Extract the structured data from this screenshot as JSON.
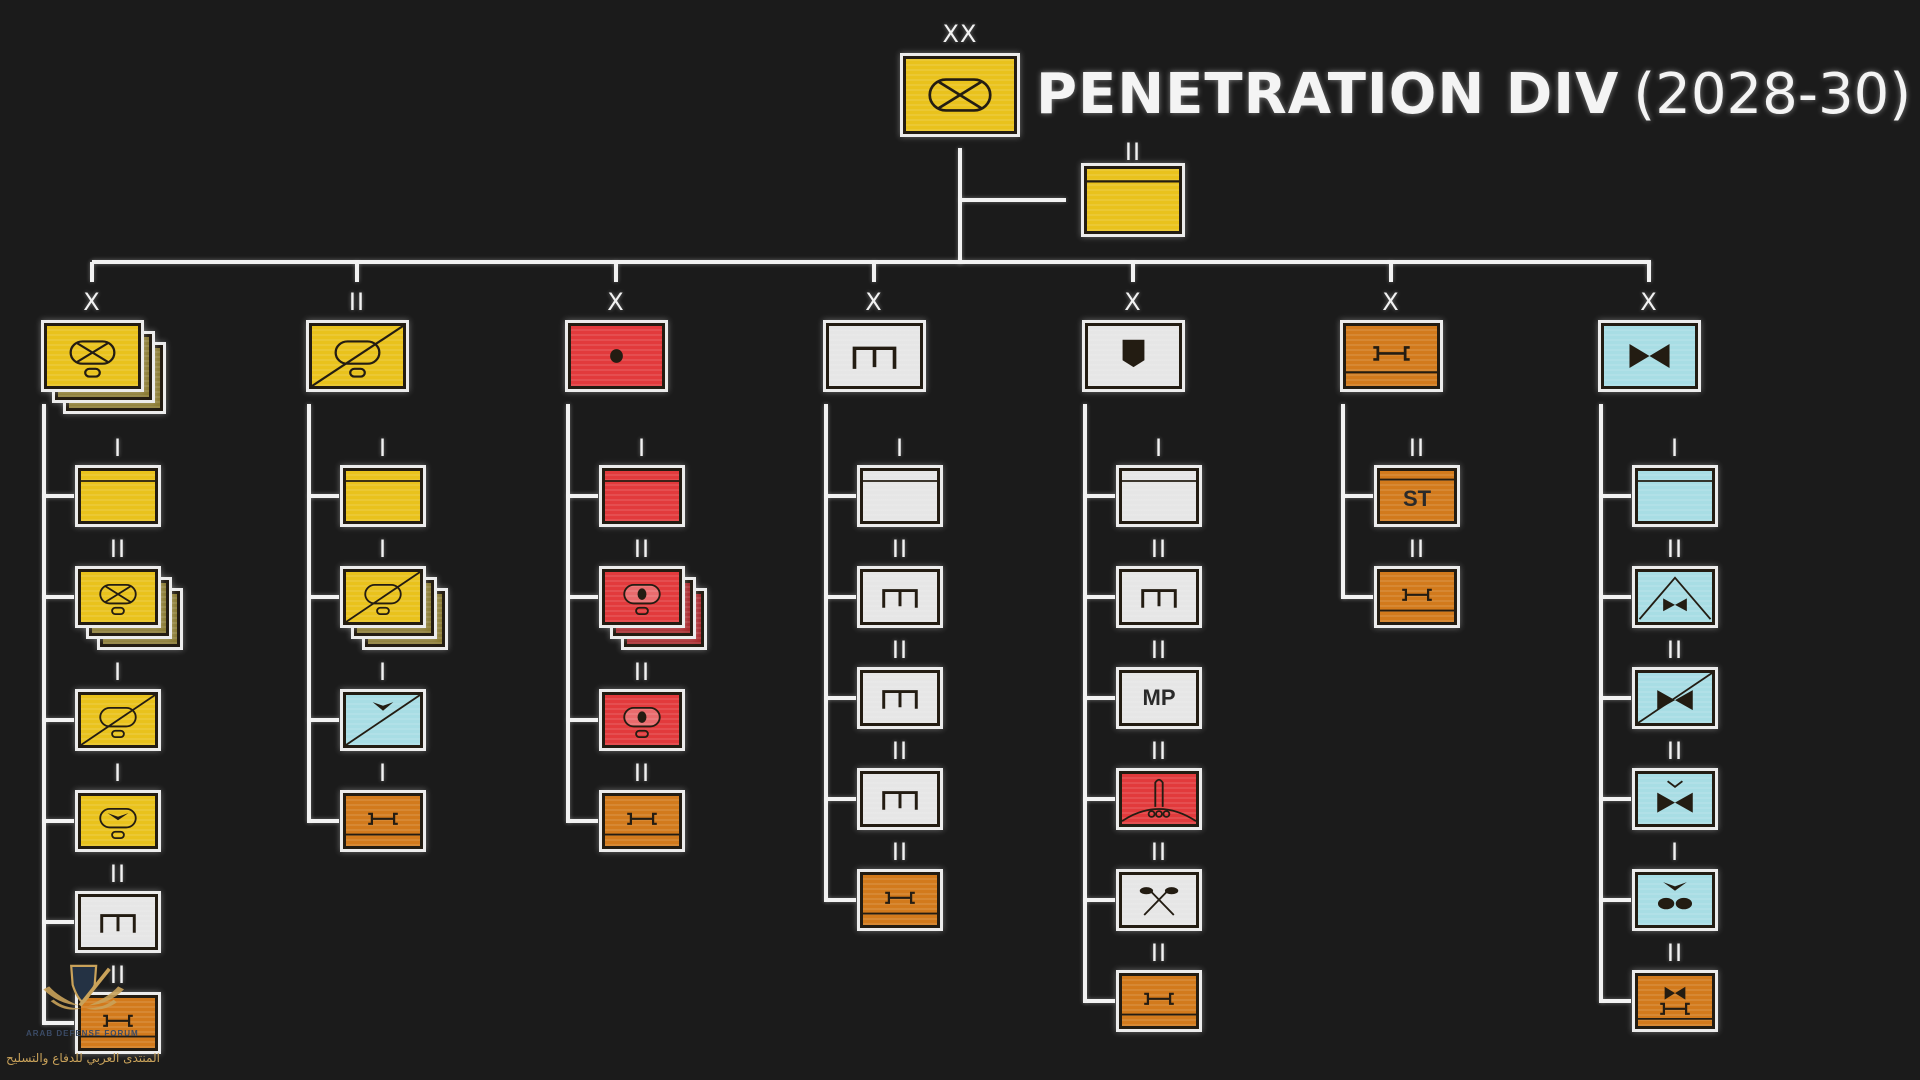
{
  "title": {
    "bold": "PENETRATION DIV",
    "years": "(2028-30)"
  },
  "colors": {
    "yellow": "#e9c21c",
    "yellow_dark": "#8a7a32",
    "red": "#e23a3c",
    "red_dark": "#a8282c",
    "white": "#e6e6e6",
    "orange": "#d27a1c",
    "blue": "#a8dde4",
    "line": "#f2f2f2",
    "bg": "#1b1b1b"
  },
  "hq": {
    "echelon": "XX",
    "color": "yellow",
    "symbol": "armored-infantry"
  },
  "hq_company": {
    "echelon": "II",
    "color": "yellow",
    "symbol": "hq"
  },
  "columns": [
    {
      "parent": {
        "echelon": "X",
        "color": "yellow",
        "symbol": "armored-infantry-tracked",
        "stacked": true
      },
      "children": [
        {
          "echelon": "I",
          "color": "yellow",
          "symbol": "hq"
        },
        {
          "echelon": "II",
          "color": "yellow",
          "symbol": "armored-infantry-tracked",
          "stacked": true
        },
        {
          "echelon": "I",
          "color": "yellow",
          "symbol": "armored-cavalry"
        },
        {
          "echelon": "I",
          "color": "yellow",
          "symbol": "armored-chevron"
        },
        {
          "echelon": "II",
          "color": "white",
          "symbol": "engineer"
        },
        {
          "echelon": "II",
          "color": "orange",
          "symbol": "sustainment"
        }
      ]
    },
    {
      "parent": {
        "echelon": "II",
        "color": "yellow",
        "symbol": "armored-cavalry"
      },
      "children": [
        {
          "echelon": "I",
          "color": "yellow",
          "symbol": "hq"
        },
        {
          "echelon": "I",
          "color": "yellow",
          "symbol": "armored-cavalry",
          "stacked": true
        },
        {
          "echelon": "I",
          "color": "blue",
          "symbol": "recon-chevron"
        },
        {
          "echelon": "I",
          "color": "orange",
          "symbol": "sustainment"
        }
      ]
    },
    {
      "parent": {
        "echelon": "X",
        "color": "red",
        "symbol": "artillery"
      },
      "children": [
        {
          "echelon": "I",
          "color": "red",
          "symbol": "hq"
        },
        {
          "echelon": "II",
          "color": "red",
          "symbol": "artillery-armored",
          "stacked": true
        },
        {
          "echelon": "II",
          "color": "red",
          "symbol": "artillery-armored"
        },
        {
          "echelon": "II",
          "color": "orange",
          "symbol": "sustainment"
        }
      ]
    },
    {
      "parent": {
        "echelon": "X",
        "color": "white",
        "symbol": "engineer"
      },
      "children": [
        {
          "echelon": "I",
          "color": "white",
          "symbol": "hq"
        },
        {
          "echelon": "II",
          "color": "white",
          "symbol": "engineer"
        },
        {
          "echelon": "II",
          "color": "white",
          "symbol": "engineer"
        },
        {
          "echelon": "II",
          "color": "white",
          "symbol": "engineer"
        },
        {
          "echelon": "II",
          "color": "orange",
          "symbol": "sustainment"
        }
      ]
    },
    {
      "parent": {
        "echelon": "X",
        "color": "white",
        "symbol": "shield"
      },
      "children": [
        {
          "echelon": "I",
          "color": "white",
          "symbol": "hq"
        },
        {
          "echelon": "II",
          "color": "white",
          "symbol": "engineer"
        },
        {
          "echelon": "II",
          "color": "white",
          "symbol": "text",
          "text": "MP"
        },
        {
          "echelon": "II",
          "color": "red",
          "symbol": "missile"
        },
        {
          "echelon": "II",
          "color": "white",
          "symbol": "chemical"
        },
        {
          "echelon": "II",
          "color": "orange",
          "symbol": "sustainment"
        }
      ]
    },
    {
      "parent": {
        "echelon": "X",
        "color": "orange",
        "symbol": "sustainment"
      },
      "children": [
        {
          "echelon": "II",
          "color": "orange",
          "symbol": "text-hq",
          "text": "ST"
        },
        {
          "echelon": "II",
          "color": "orange",
          "symbol": "sustainment"
        }
      ]
    },
    {
      "parent": {
        "echelon": "X",
        "color": "blue",
        "symbol": "aviation"
      },
      "children": [
        {
          "echelon": "I",
          "color": "blue",
          "symbol": "hq"
        },
        {
          "echelon": "II",
          "color": "blue",
          "symbol": "aviation-triangle"
        },
        {
          "echelon": "II",
          "color": "blue",
          "symbol": "aviation-diagonal"
        },
        {
          "echelon": "II",
          "color": "blue",
          "symbol": "aviation-chevron"
        },
        {
          "echelon": "I",
          "color": "blue",
          "symbol": "uav"
        },
        {
          "echelon": "II",
          "color": "orange",
          "symbol": "aviation-sustainment"
        }
      ]
    }
  ],
  "watermark": {
    "english": "ARAB DEFENSE FORUM",
    "arabic": "المنتدى العربي للدفاع والتسليح"
  }
}
